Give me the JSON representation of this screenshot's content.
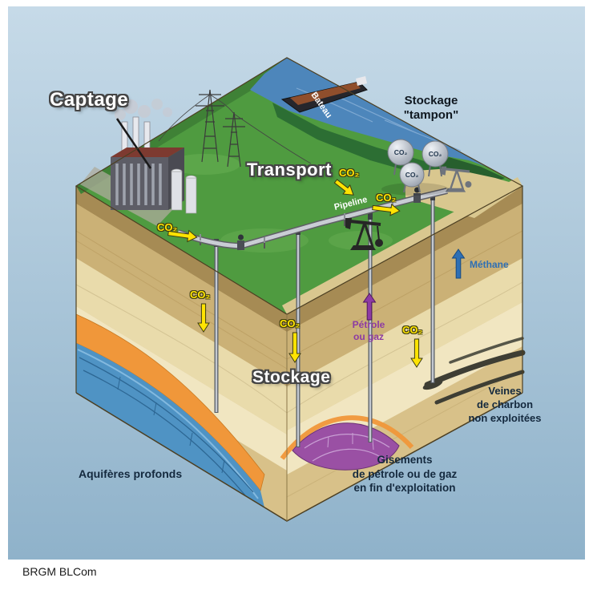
{
  "credit": "BRGM BLCom",
  "labels": {
    "captage": "Captage",
    "transport": "Transport",
    "stockage": "Stockage",
    "stockage_tampon": [
      "Stockage",
      "\"tampon\""
    ],
    "bateau": "Bateau",
    "pipeline": "Pipeline",
    "co2": "CO₂",
    "methane": "Méthane",
    "petrole": [
      "Pétrole",
      "ou gaz"
    ],
    "veines": [
      "Veines",
      "de charbon",
      "non exploitées"
    ],
    "gisements": [
      "Gisements",
      "de pétrole ou de gaz",
      "en fin d'exploitation"
    ],
    "aquiferes": "Aquifères profonds"
  },
  "colors": {
    "background": "#a9c6da",
    "grass": "#4f9b40",
    "water": "#4d86bb",
    "sand_layers": "#d8c189",
    "orange_layer": "#f0973a",
    "aquifer_blue": "#4f93c4",
    "reservoir_purple": "#9a50a4",
    "coal_dark": "#3e3e34",
    "co2_yellow": "#ffe302",
    "methane_blue": "#2e6fb4",
    "petrole_purple": "#8d3ba3"
  }
}
